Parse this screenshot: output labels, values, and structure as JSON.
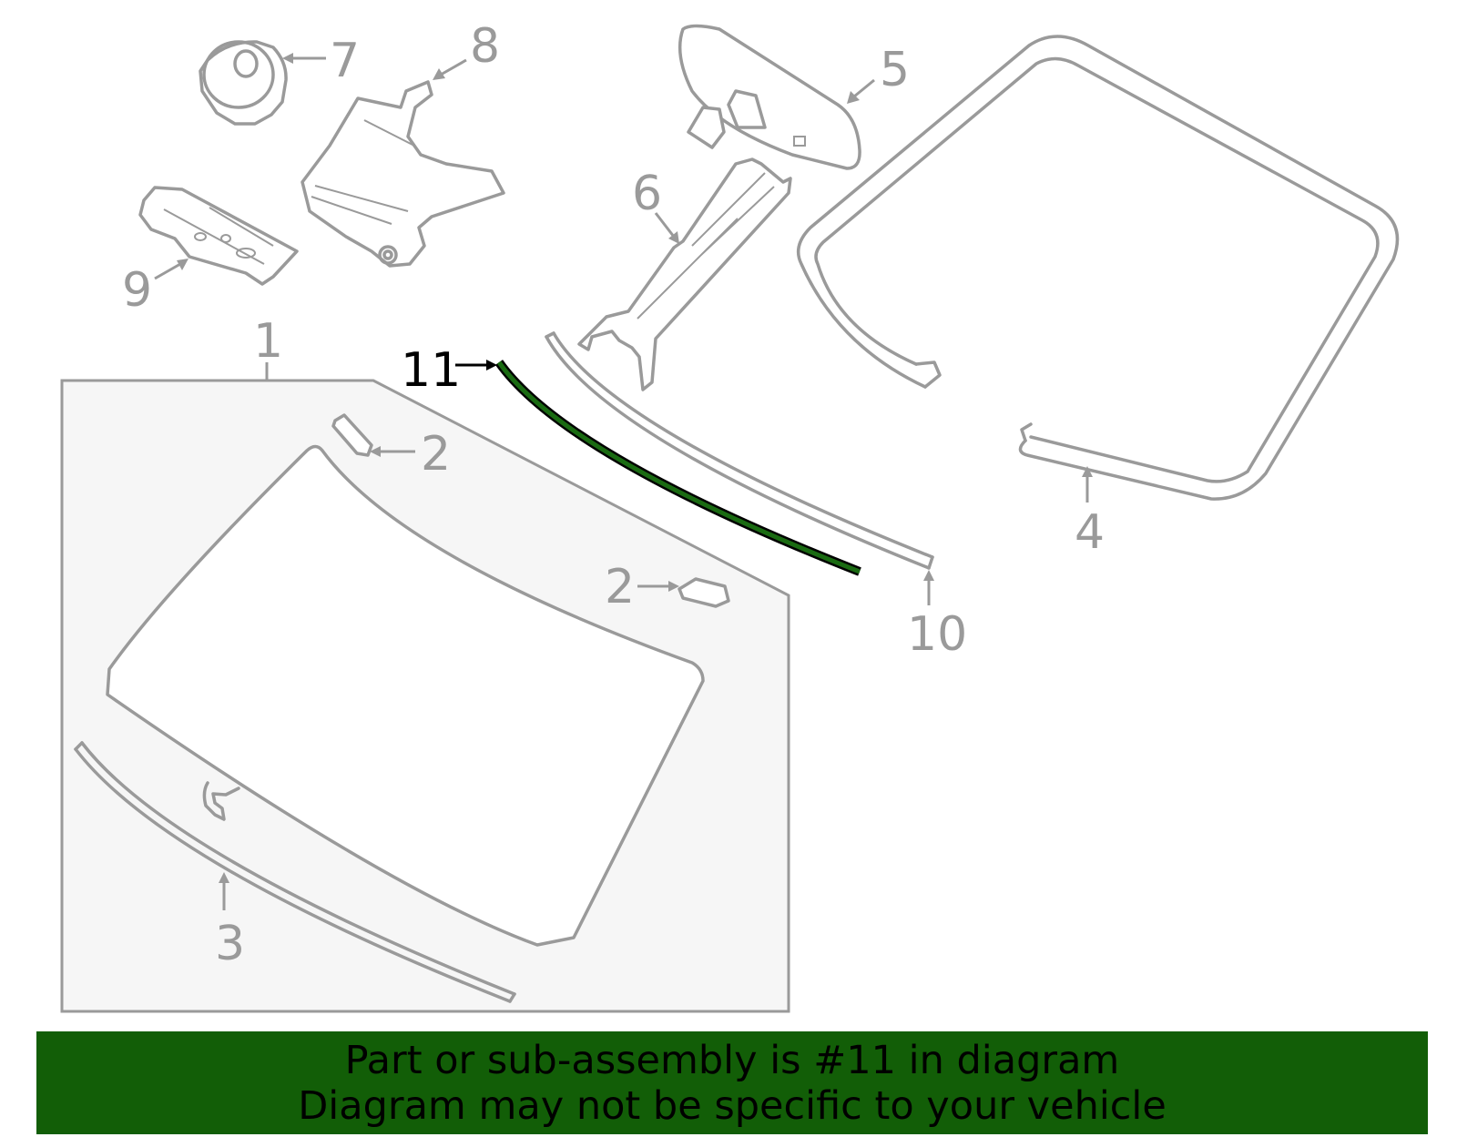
{
  "diagram": {
    "highlighted_part": "11",
    "callouts": [
      "1",
      "2",
      "2",
      "3",
      "4",
      "5",
      "6",
      "7",
      "8",
      "9",
      "10",
      "11"
    ]
  },
  "banner": {
    "line1": "Part or sub-assembly is #11 in diagram",
    "line2": "Diagram may not be specific to your vehicle",
    "background_color": "#125e07",
    "text_color": "#000000"
  },
  "colors": {
    "line": "#9a9a9a",
    "panel_fill": "#f6f6f6",
    "highlight_part": "#1a6b12",
    "highlight_label": "#000000"
  }
}
